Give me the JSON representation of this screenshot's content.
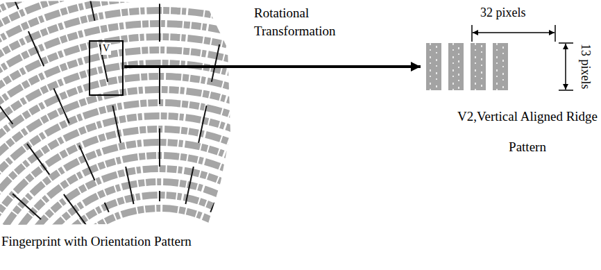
{
  "diagram": {
    "nodes": [
      {
        "text": [
          "Fingerprint with Orientation Pattern"
        ]
      },
      {
        "text": [
          "V"
        ],
        "in": 0
      },
      {
        "text": [
          "V2,Vertical Aligned Ridge Pattern"
        ]
      }
    ],
    "edges": [
      {
        "from": 1,
        "to": 2,
        "arrow": "to",
        "label": "Rotational Transformation"
      }
    ],
    "labels": [
      "32 pixels",
      "13 pixels"
    ]
  }
}
